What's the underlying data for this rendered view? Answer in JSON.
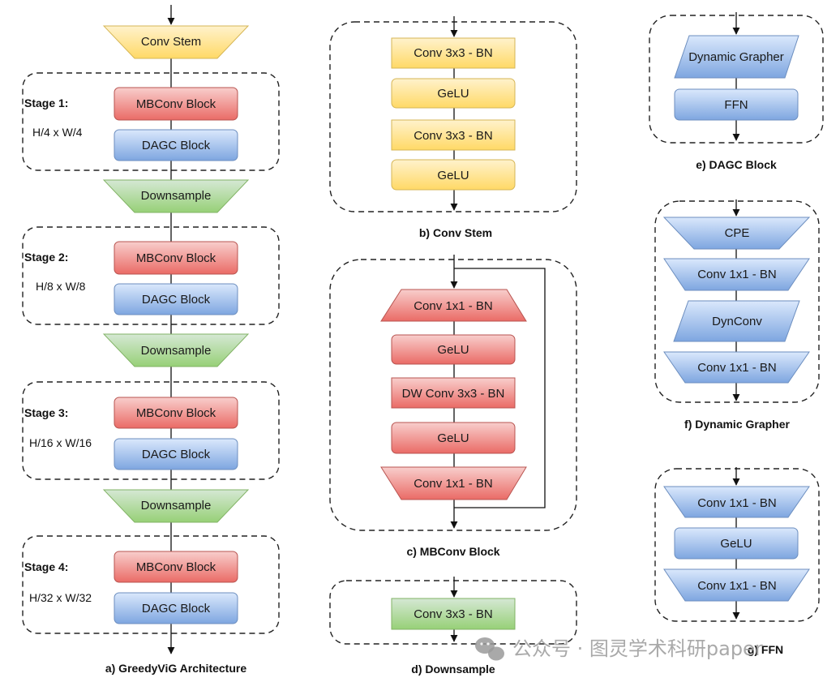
{
  "colors": {
    "yellow_top": "#fff2cc",
    "yellow_bottom": "#ffd966",
    "yellow_stroke": "#d6b656",
    "red_top": "#f8cecc",
    "red_bottom": "#ea6b66",
    "red_stroke": "#b85450",
    "blue_top": "#dae8fc",
    "blue_bottom": "#7ea6e0",
    "blue_stroke": "#6c8ebf",
    "green_top": "#d5e8d4",
    "green_bottom": "#97d077",
    "green_stroke": "#82b366"
  },
  "panel_a": {
    "conv_stem": "Conv Stem",
    "stages": [
      {
        "label": "Stage 1:",
        "resolution": "H/4 x W/4",
        "mbconv": "MBConv Block",
        "dagc": "DAGC Block"
      },
      {
        "label": "Stage 2:",
        "resolution": "H/8 x W/8",
        "mbconv": "MBConv Block",
        "dagc": "DAGC Block"
      },
      {
        "label": "Stage 3:",
        "resolution": "H/16 x W/16",
        "mbconv": "MBConv Block",
        "dagc": "DAGC Block"
      },
      {
        "label": "Stage 4:",
        "resolution": "H/32 x W/32",
        "mbconv": "MBConv Block",
        "dagc": "DAGC Block"
      }
    ],
    "downsample": [
      "Downsample",
      "Downsample",
      "Downsample"
    ],
    "caption": "a) GreedyViG Architecture"
  },
  "panel_b": {
    "blocks": [
      "Conv 3x3 - BN",
      "GeLU",
      "Conv 3x3 - BN",
      "GeLU"
    ],
    "caption": "b)  Conv Stem"
  },
  "panel_c": {
    "blocks": [
      "Conv 1x1 - BN",
      "GeLU",
      "DW Conv 3x3 - BN",
      "GeLU",
      "Conv 1x1 - BN"
    ],
    "caption": "c) MBConv Block"
  },
  "panel_d": {
    "block": "Conv 3x3 - BN",
    "caption": "d) Downsample"
  },
  "panel_e": {
    "blocks": [
      "Dynamic Grapher",
      "FFN"
    ],
    "caption": "e) DAGC Block"
  },
  "panel_f": {
    "blocks": [
      "CPE",
      "Conv 1x1 - BN",
      "DynConv",
      "Conv 1x1 - BN"
    ],
    "caption": "f) Dynamic Grapher"
  },
  "panel_g": {
    "blocks": [
      "Conv 1x1 - BN",
      "GeLU",
      "Conv 1x1 - BN"
    ],
    "caption": "g) FFN"
  },
  "watermark": "公众号 · 图灵学术科研paper"
}
